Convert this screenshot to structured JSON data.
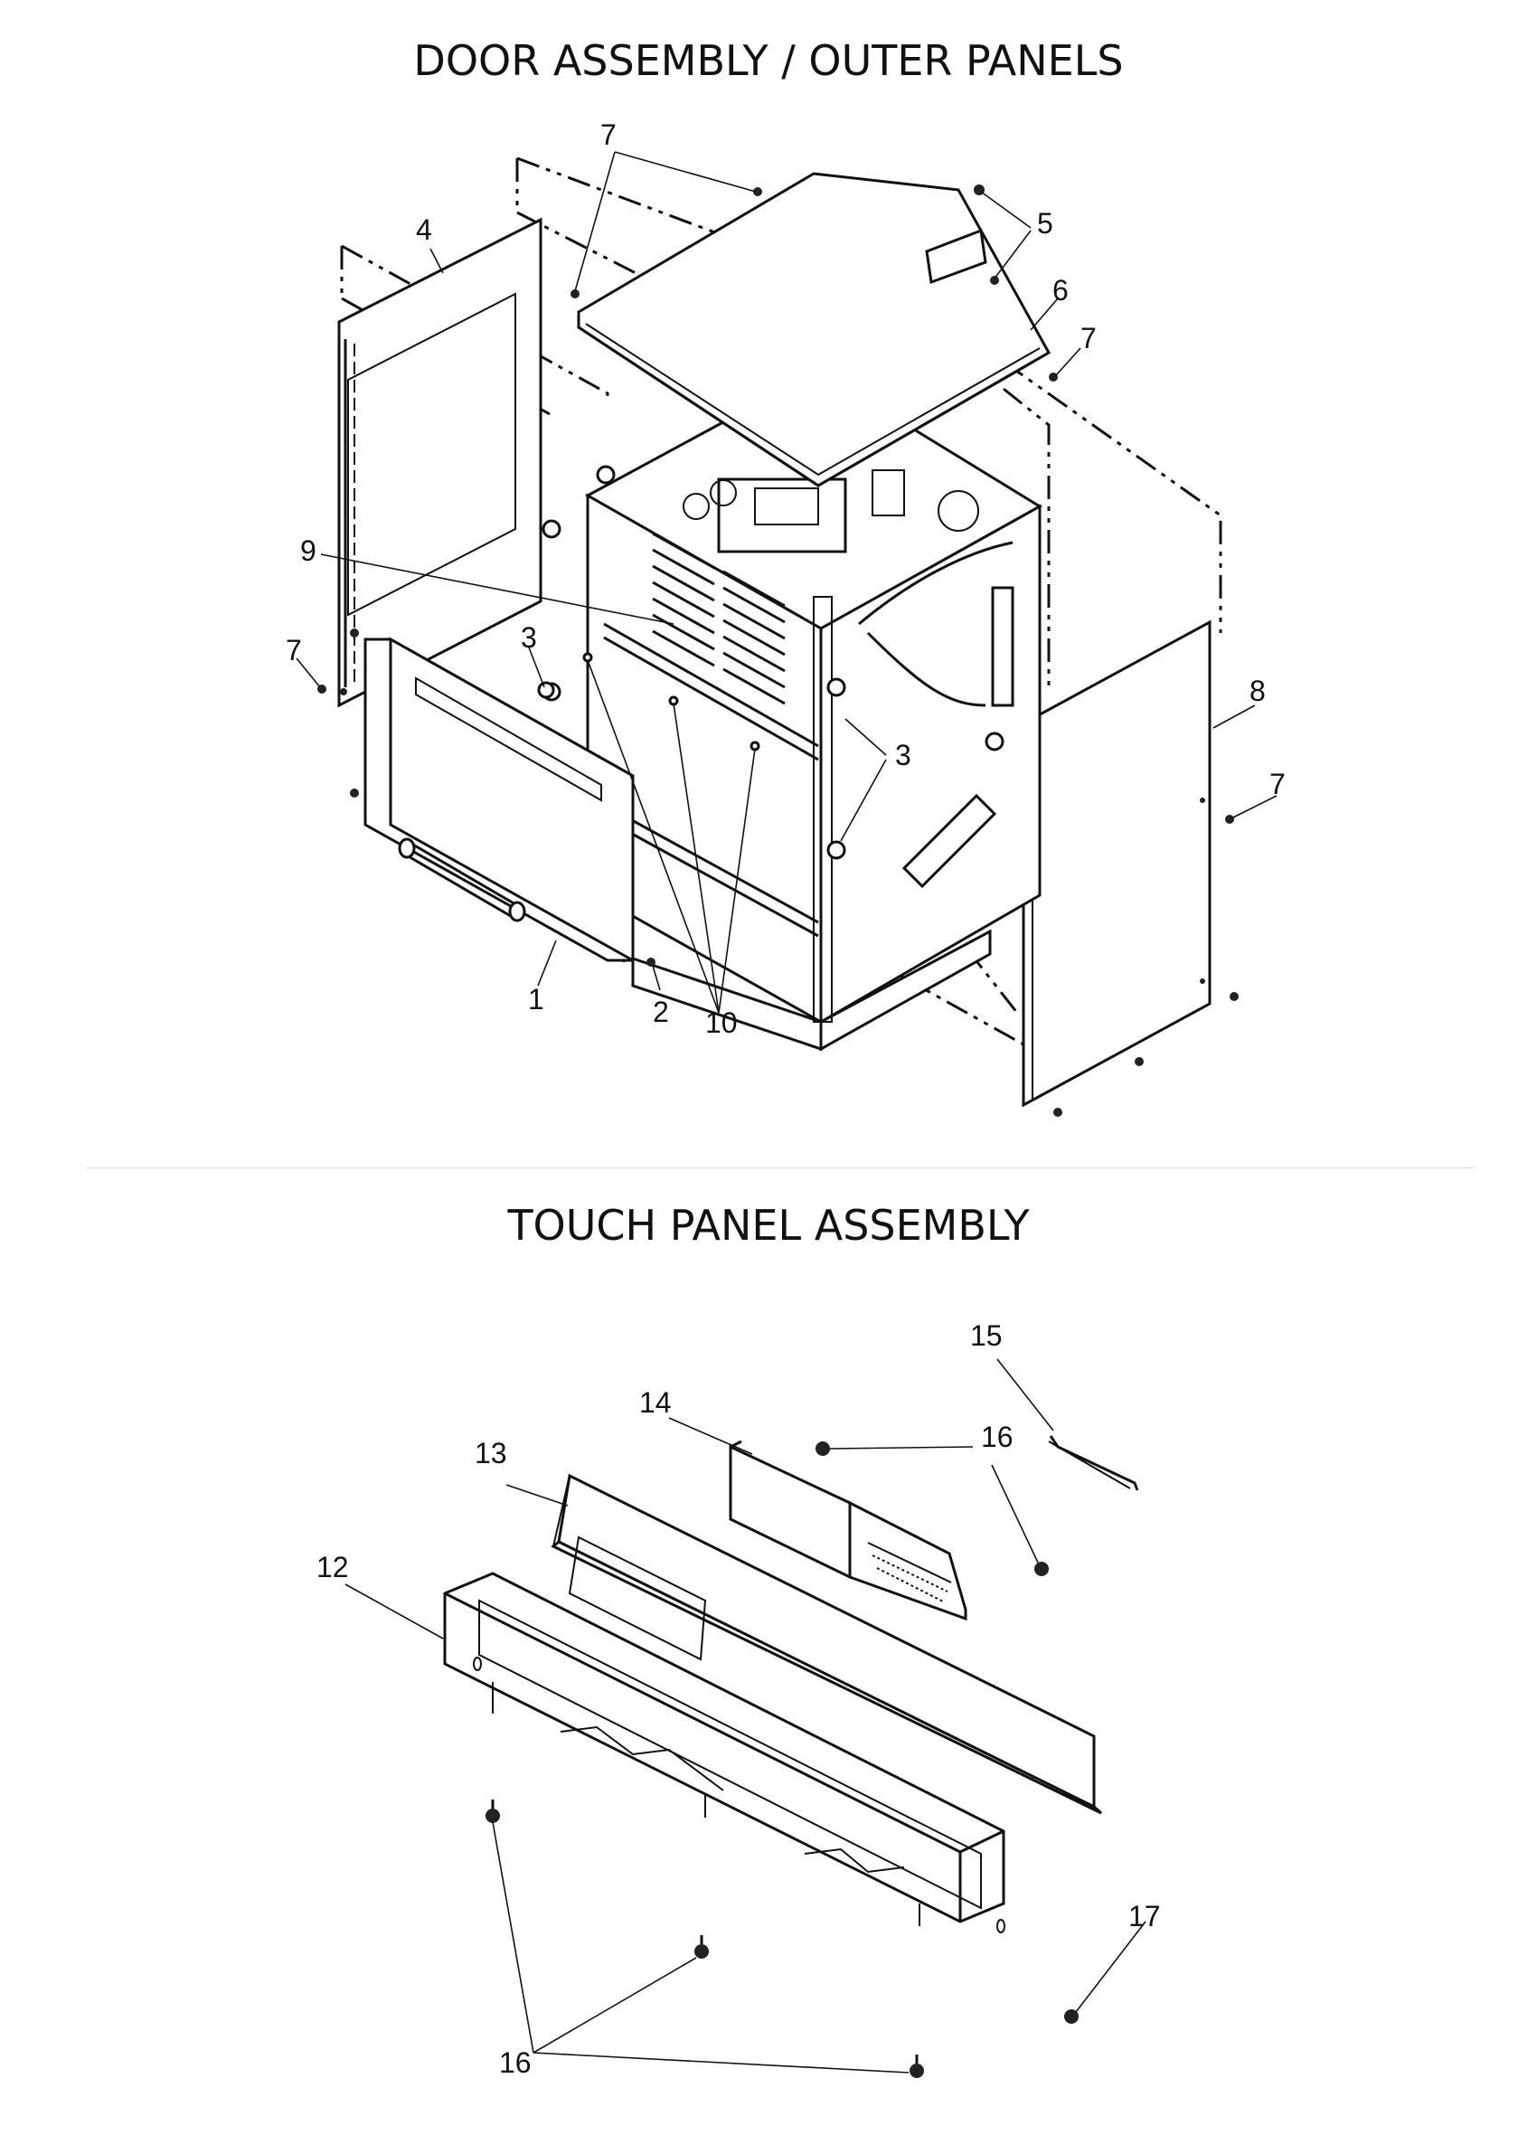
{
  "titles": {
    "top": "DOOR ASSEMBLY / OUTER PANELS",
    "bottom": "TOUCH PANEL ASSEMBLY"
  },
  "door_assembly_callouts": [
    "7",
    "5",
    "4",
    "6",
    "7",
    "9",
    "7",
    "3",
    "8",
    "3",
    "7",
    "1",
    "2",
    "10"
  ],
  "touch_panel_callouts": [
    "15",
    "14",
    "16",
    "13",
    "12",
    "17",
    "16"
  ]
}
